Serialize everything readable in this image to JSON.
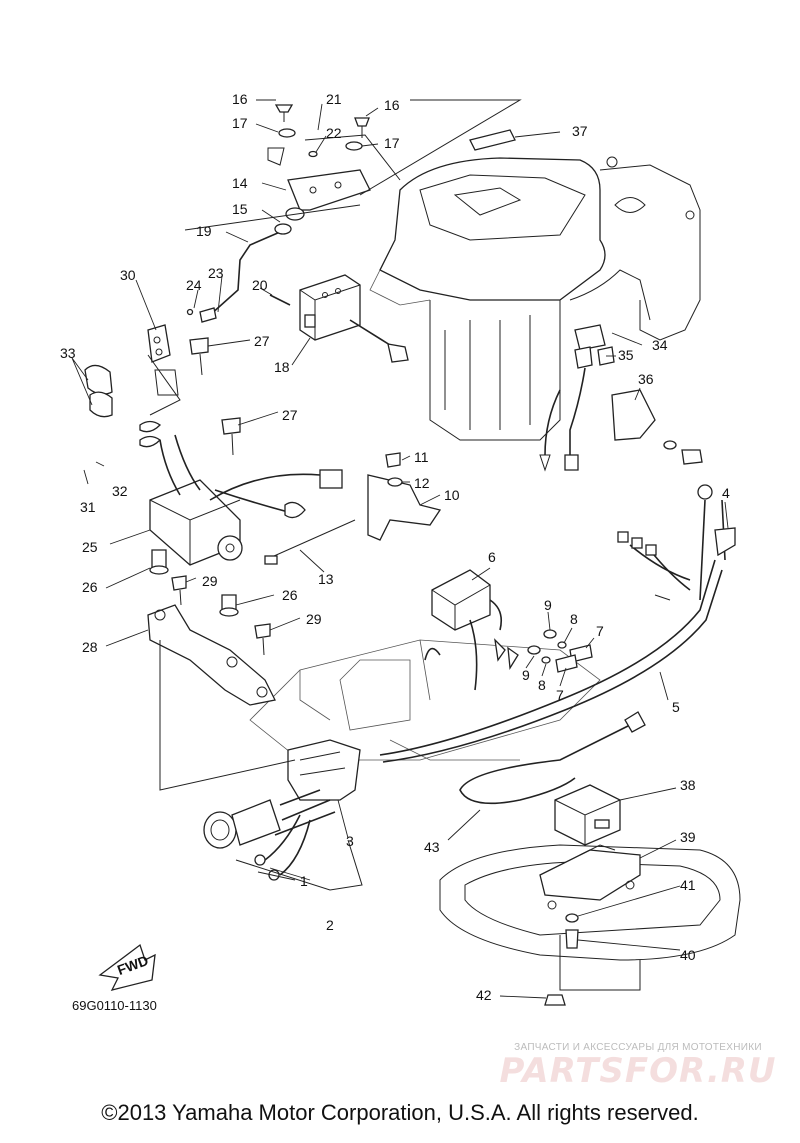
{
  "diagram": {
    "code": "69G0110-1130",
    "fwd_arrow_label": "FWD",
    "callouts": [
      "1",
      "2",
      "3",
      "4",
      "5",
      "6",
      "7",
      "7",
      "8",
      "8",
      "9",
      "9",
      "10",
      "11",
      "12",
      "13",
      "14",
      "15",
      "16",
      "16",
      "17",
      "17",
      "18",
      "19",
      "20",
      "21",
      "22",
      "23",
      "24",
      "25",
      "26",
      "26",
      "27",
      "27",
      "28",
      "29",
      "29",
      "30",
      "31",
      "32",
      "33",
      "34",
      "35",
      "36",
      "37",
      "38",
      "39",
      "40",
      "41",
      "42",
      "43"
    ]
  },
  "footer": {
    "copyright": "©2013 Yamaha Motor Corporation, U.S.A. All rights reserved."
  },
  "watermark": {
    "tagline": "ЗАПЧАСТИ И АКСЕССУАРЫ ДЛЯ МОТОТЕХНИКИ",
    "logo_text": "PARTSFOR.RU"
  }
}
